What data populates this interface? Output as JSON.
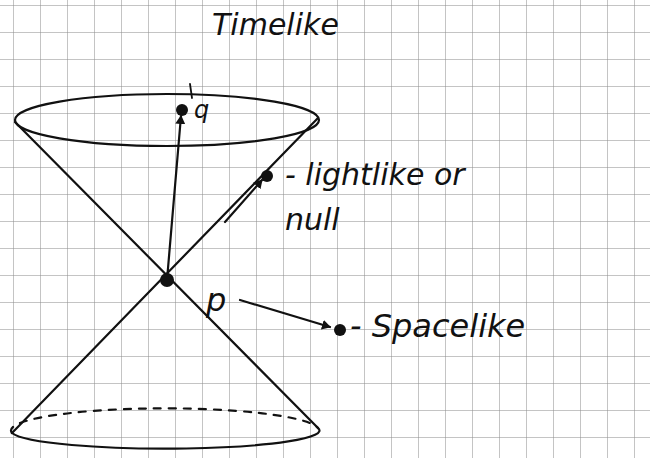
{
  "diagram": {
    "labels": [
      "Timelike",
      "q",
      "- lightlike or null",
      "p",
      "- Spacelike"
    ]
  }
}
